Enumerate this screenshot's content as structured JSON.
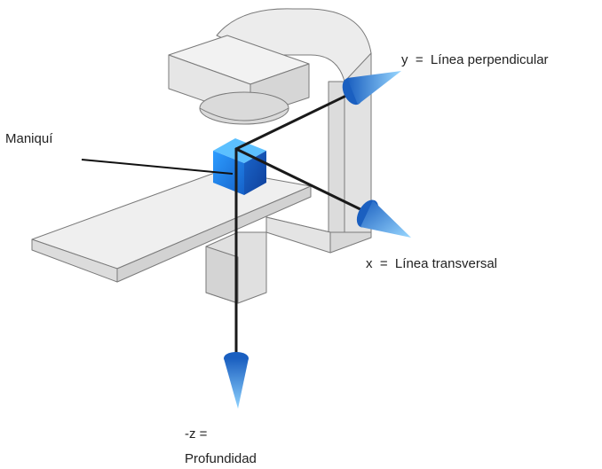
{
  "labels": {
    "phantom": "Maniquí",
    "y_axis": "y  =  Línea perpendicular",
    "x_axis": "x  =  Línea transversal",
    "z_axis_line1": "-z =",
    "z_axis_line2": "Profundidad"
  },
  "colors": {
    "machine_fill": "#e6e6e6",
    "machine_top": "#f2f2f2",
    "machine_side": "#d4d4d4",
    "machine_stroke": "#7a7a7a",
    "axis_line": "#1a1a1a",
    "cube_front": "#1f7fe0",
    "cube_top": "#4fb3ff",
    "cube_side": "#1556b8",
    "cone_light": "#8fd3ff",
    "cone_dark": "#1a5fc0"
  }
}
